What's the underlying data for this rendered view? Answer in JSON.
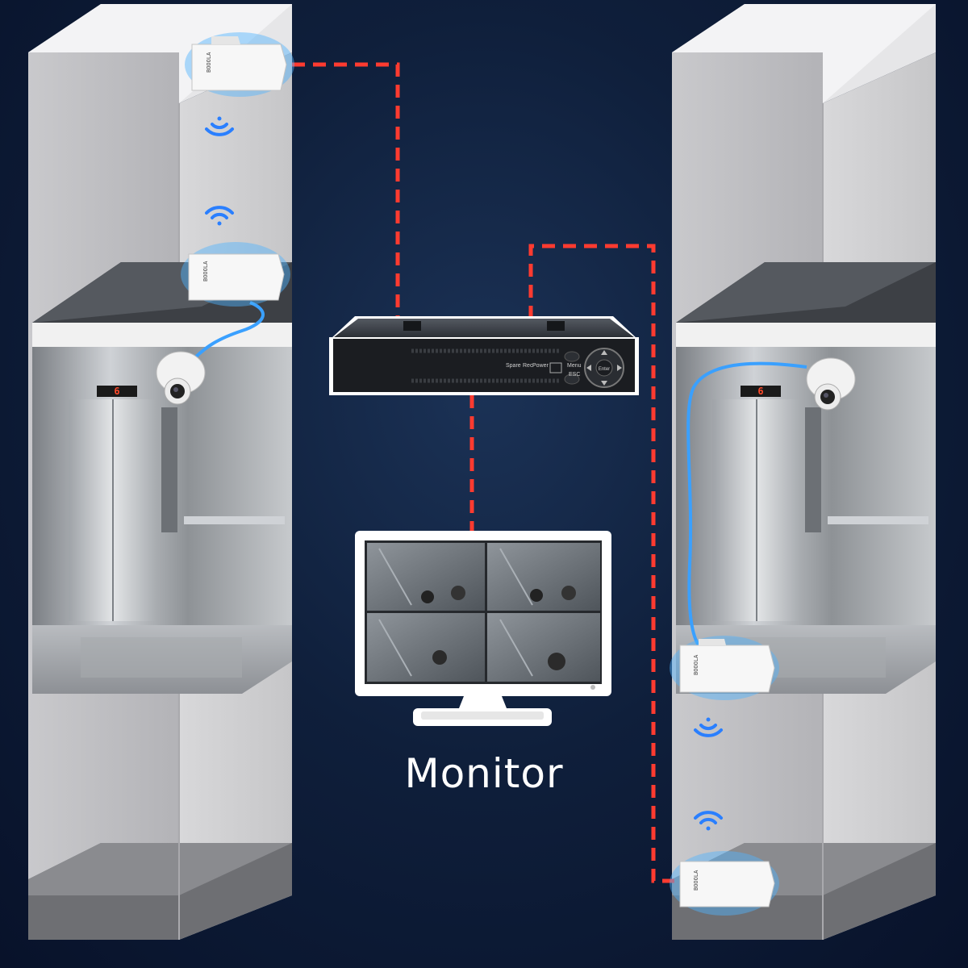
{
  "monitor": {
    "label": "Monitor"
  },
  "left_shaft": {
    "floor_display": "6"
  },
  "right_shaft": {
    "floor_display": "6"
  },
  "bridge_brand": "BOOOLA",
  "dvr": {
    "indicators": [
      "Spare",
      "Rec",
      "Power"
    ],
    "buttons": [
      "Menu",
      "ESC",
      "Enter"
    ]
  },
  "colors": {
    "link_dashed": "#ff3b30",
    "cable": "#3aa0ff",
    "wifi": "#2a7fff",
    "highlight": "#4fb3ff",
    "background": "#0f1f3b"
  }
}
